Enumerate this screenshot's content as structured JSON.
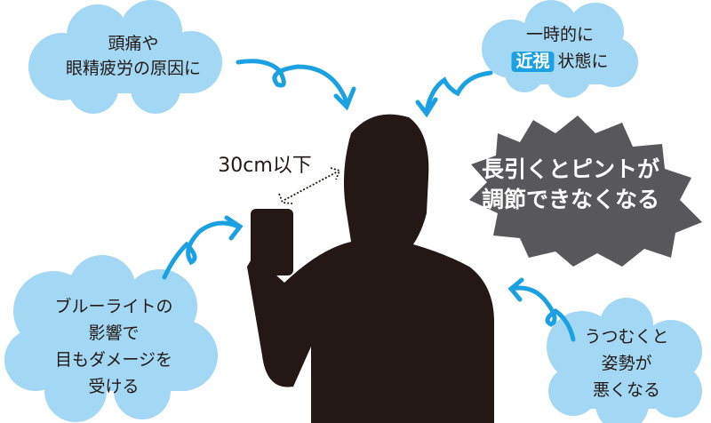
{
  "colors": {
    "cloud": "#a3d8f4",
    "arrow": "#1ba1e2",
    "silhouette": "#231815",
    "burst": "#58585a",
    "badge": "#1ba1e2"
  },
  "bubbles": {
    "headache": {
      "lines": [
        "頭痛や",
        "眼精疲労の原因に"
      ]
    },
    "myopia": {
      "line1": "一時的に",
      "badge": "近視",
      "line2_rest": "状態に"
    },
    "focus": {
      "lines": [
        "長引くとピントが",
        "調節できなくなる"
      ]
    },
    "bluelight": {
      "lines": [
        "ブルーライトの",
        "影響で",
        "目もダメージを",
        "受ける"
      ]
    },
    "posture": {
      "lines": [
        "うつむくと",
        "姿勢が",
        "悪くなる"
      ]
    }
  },
  "distance_label": "30cm以下"
}
